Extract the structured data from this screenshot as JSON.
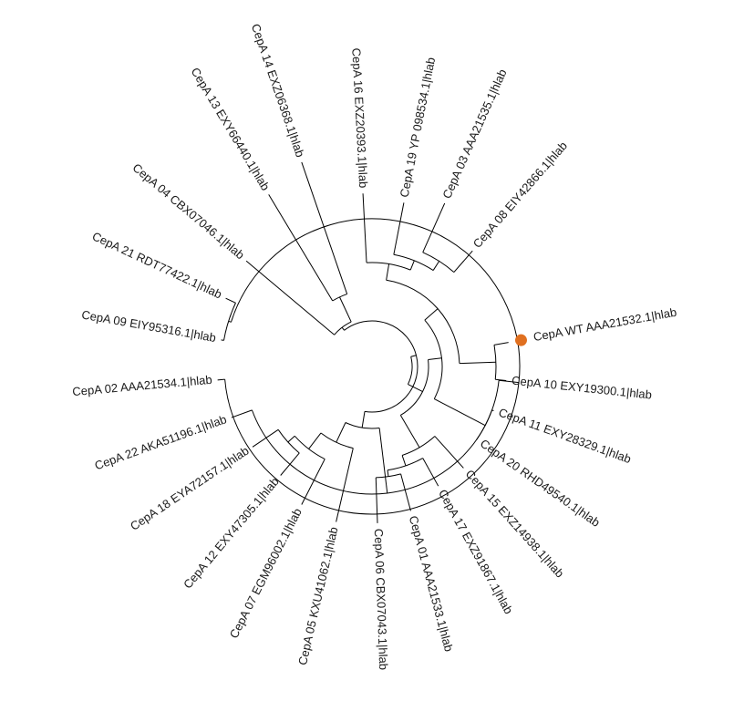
{
  "tree": {
    "colors": {
      "branch": "#000000",
      "text": "#1a1a1a",
      "highlight": "#e07020"
    },
    "leaves": [
      {
        "label": "CepA WT AAA21532.1|hlab",
        "highlight": true
      },
      {
        "label": "CepA 10 EXY19300.1|hlab"
      },
      {
        "label": "CepA 11 EXY28329.1|hlab"
      },
      {
        "label": "CepA 20 RHD49540.1|hlab"
      },
      {
        "label": "CepA 15 EXZ14938.1|hlab"
      },
      {
        "label": "CepA 17 EXZ91867.1|hlab"
      },
      {
        "label": "CepA 01 AAA21533.1|hlab"
      },
      {
        "label": "CepA 06 CBX07043.1|hlab"
      },
      {
        "label": "CepA 05 KXU41062.1|hlab"
      },
      {
        "label": "CepA 07 EGM96002.1|hlab"
      },
      {
        "label": "CepA 12 EXY47305.1|hlab"
      },
      {
        "label": "CepA 18 EYA72157.1|hlab"
      },
      {
        "label": "CepA 22 AKA51196.1|hlab"
      },
      {
        "label": "CepA 02 AAA21534.1|hlab"
      },
      {
        "label": "CepA 09 EIY95316.1|hlab"
      },
      {
        "label": "CepA 21 RDT77422.1|hlab"
      },
      {
        "label": "CepA 04 CBX07046.1|hlab"
      },
      {
        "label": "CepA 13 EXY66440.1|hlab"
      },
      {
        "label": "CepA 14 EXZ06368.1|hlab"
      },
      {
        "label": "CepA 16 EXZ20393.1|hlab"
      },
      {
        "label": "CepA 19 YP 098534.1|hlab"
      },
      {
        "label": "CepA 03 AAA21535.1|hlab"
      },
      {
        "label": "CepA 08 EIY42866.1|hlab"
      }
    ]
  }
}
